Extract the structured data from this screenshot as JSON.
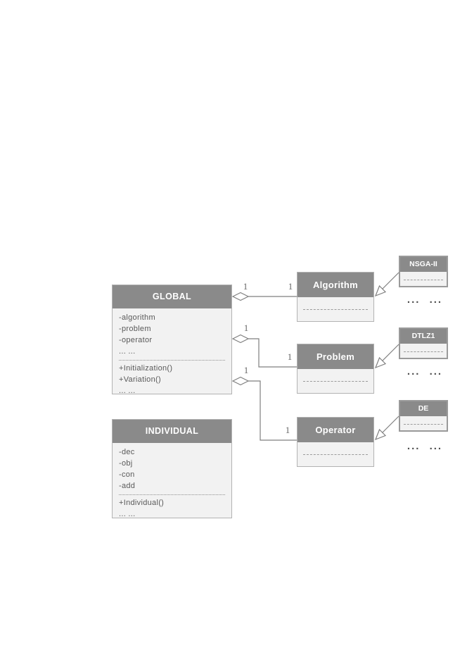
{
  "colors": {
    "header_bg": "#8a8a8a",
    "body_bg": "#f2f2f2",
    "box_border": "#b3b3b3",
    "small_border": "#9a9a9a",
    "line": "#7f7f7f",
    "text": "#595959",
    "header_text": "#ffffff",
    "mult": "#666666"
  },
  "diagram": {
    "global": {
      "name": "GLOBAL",
      "attributes": [
        "-algorithm",
        "-problem",
        "-operator",
        "... ..."
      ],
      "methods": [
        "+Initialization()",
        "+Variation()",
        "... ..."
      ]
    },
    "individual": {
      "name": "INDIVIDUAL",
      "attributes": [
        "-dec",
        "-obj",
        "-con",
        "-add"
      ],
      "methods": [
        "+Individual()",
        "... ..."
      ]
    },
    "algorithm": {
      "name": "Algorithm"
    },
    "problem": {
      "name": "Problem"
    },
    "operator": {
      "name": "Operator"
    },
    "nsga2": {
      "name": "NSGA-II"
    },
    "dtlz1": {
      "name": "DTLZ1"
    },
    "de": {
      "name": "DE"
    },
    "multiplicity": "1",
    "ellipsis": "... ..."
  }
}
